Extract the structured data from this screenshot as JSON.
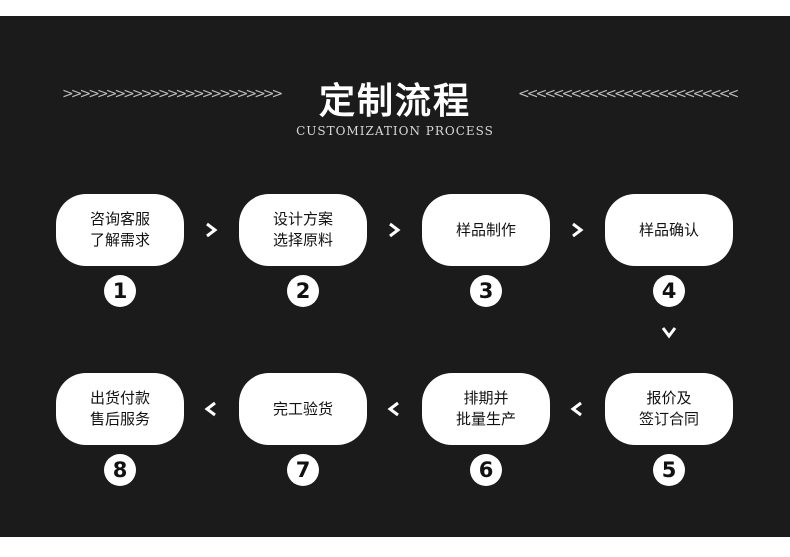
{
  "header": {
    "title": "定制流程",
    "subtitle": "CUSTOMIZATION PROCESS",
    "left_ornament": ">>>>>>>>>>>>>>>>>>>>>>>>>",
    "right_ornament": "<<<<<<<<<<<<<<<<<<<<<<<<<"
  },
  "steps": [
    {
      "number": "1",
      "label": "咨询客服\n了解需求"
    },
    {
      "number": "2",
      "label": "设计方案\n选择原料"
    },
    {
      "number": "3",
      "label": "样品制作"
    },
    {
      "number": "4",
      "label": "样品确认"
    },
    {
      "number": "5",
      "label": "报价及\n签订合同"
    },
    {
      "number": "6",
      "label": "排期并\n批量生产"
    },
    {
      "number": "7",
      "label": "完工验货"
    },
    {
      "number": "8",
      "label": "出货付款\n售后服务"
    }
  ],
  "colors": {
    "background": "#1b1b1b",
    "card": "#ffffff",
    "text": "#111111"
  },
  "icons": {
    "forward": "chevron-right-icon",
    "down": "chevron-down-icon",
    "back": "chevron-left-icon"
  }
}
